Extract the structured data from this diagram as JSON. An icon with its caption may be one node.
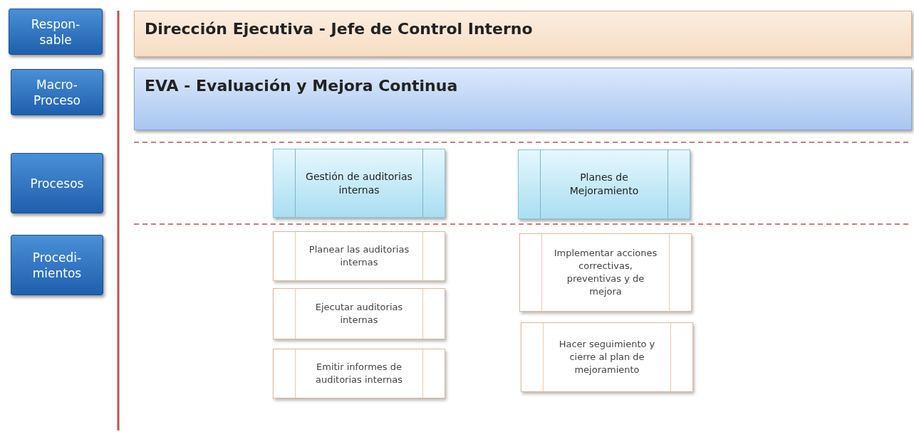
{
  "diagram": {
    "nodes": [
      {
        "text": [
          "Respon- sable"
        ]
      },
      {
        "text": [
          "Macro- Proceso"
        ]
      },
      {
        "text": [
          "Procesos"
        ]
      },
      {
        "text": [
          "Procedi- mientos"
        ]
      },
      {
        "text": [
          "Dirección Ejecutiva - Jefe de Control Interno"
        ]
      },
      {
        "text": [
          "EVA - Evaluación y Mejora Continua"
        ]
      },
      {
        "text": [
          "Gestión de auditorias internas"
        ]
      },
      {
        "text": [
          "Planes de Mejoramiento"
        ]
      },
      {
        "text": [
          "Planear las auditorias internas"
        ]
      },
      {
        "text": [
          "Ejecutar auditorias internas"
        ]
      },
      {
        "text": [
          "Emitir informes de auditorias internas"
        ]
      },
      {
        "text": [
          "Implementar acciones correctivas, preventivas y de mejora"
        ]
      },
      {
        "text": [
          "Hacer seguimiento y cierre al plan de mejoramiento"
        ]
      }
    ]
  }
}
